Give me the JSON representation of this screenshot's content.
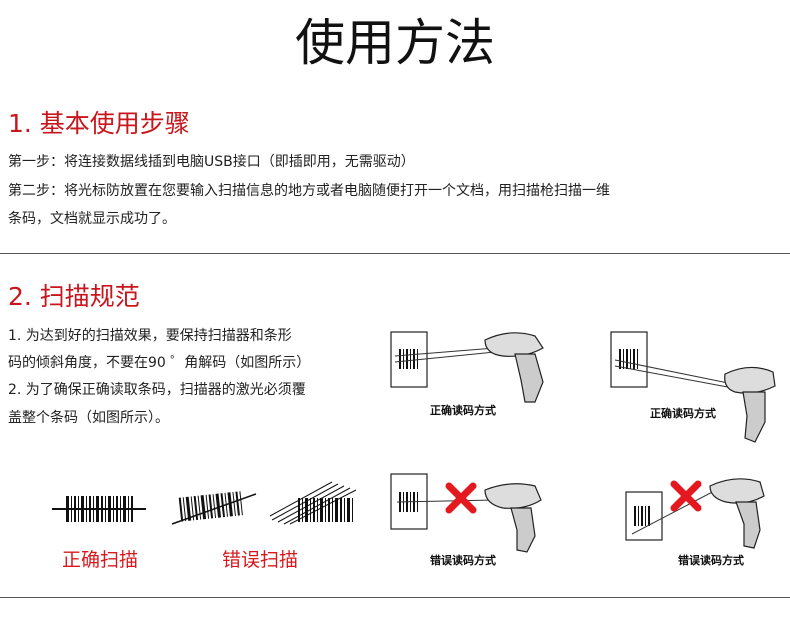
{
  "title": "使用方法",
  "section1": {
    "heading": "1. 基本使用步骤",
    "lines": [
      "第一步：将连接数据线插到电脑USB接口（即插即用，无需驱动）",
      "第二步：将光标防放置在您要输入扫描信息的地方或者电脑随便打开一个文档，用扫描枪扫描一维",
      "条码，文档就显示成功了。"
    ]
  },
  "section2": {
    "heading": "2. 扫描规范",
    "lines": [
      "1. 为达到好的扫描效果，要保持扫描器和条形",
      "码的倾斜角度，不要在90 ゜角解码（如图所示）",
      "2. 为了确保正确读取条码，扫描器的激光必须覆",
      "盖整个条码（如图所示）。"
    ],
    "correct_label": "正确扫描",
    "wrong_label": "错误扫描",
    "captions": {
      "correct1": "正确读码方式",
      "correct2": "正确读码方式",
      "wrong1": "错误读码方式",
      "wrong2": "错误读码方式"
    }
  },
  "colors": {
    "accent_red": "#c8161d",
    "cross_red": "#e3191f"
  }
}
